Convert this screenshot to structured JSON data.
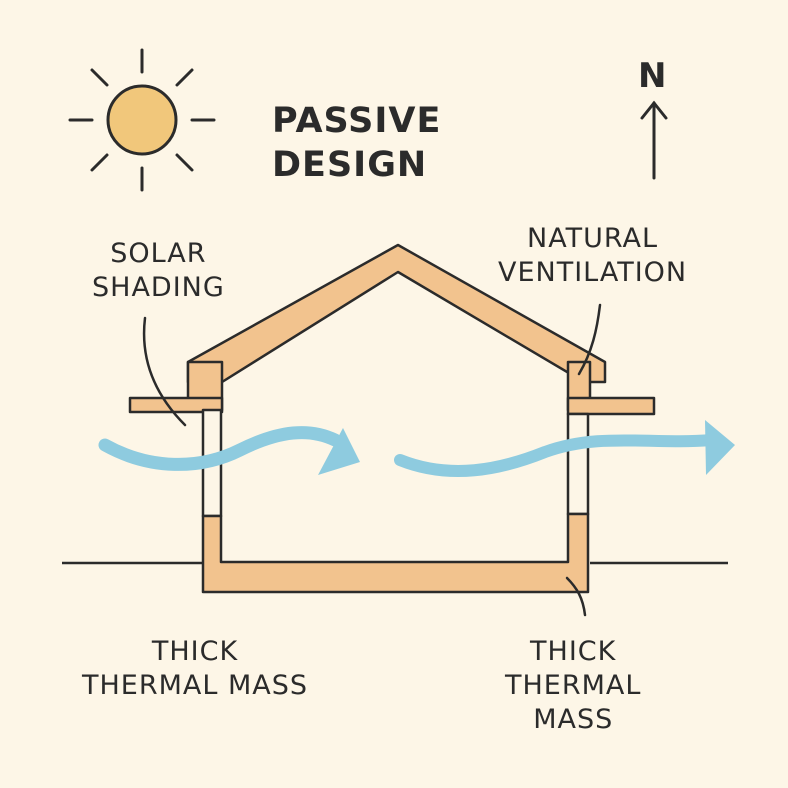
{
  "title_lines": [
    "PASSIVE",
    "DESIGN"
  ],
  "compass": {
    "letter": "N"
  },
  "labels": {
    "solar_shading": [
      "SOLAR",
      "SHADING"
    ],
    "natural_ventilation": [
      "NATURAL",
      "VENTILATION"
    ],
    "thermal_mass_left": [
      "THICK",
      "THERMAL MASS"
    ],
    "thermal_mass_right": [
      "THICK",
      "THERMAL",
      "MASS"
    ]
  },
  "colors": {
    "background": "#fdf6e7",
    "sun": "#f1c77b",
    "wall": "#f2c38e",
    "airflow": "#8ecbdf",
    "ink": "#2b2b2b"
  },
  "icons": [
    "sun-icon",
    "north-arrow-icon"
  ]
}
